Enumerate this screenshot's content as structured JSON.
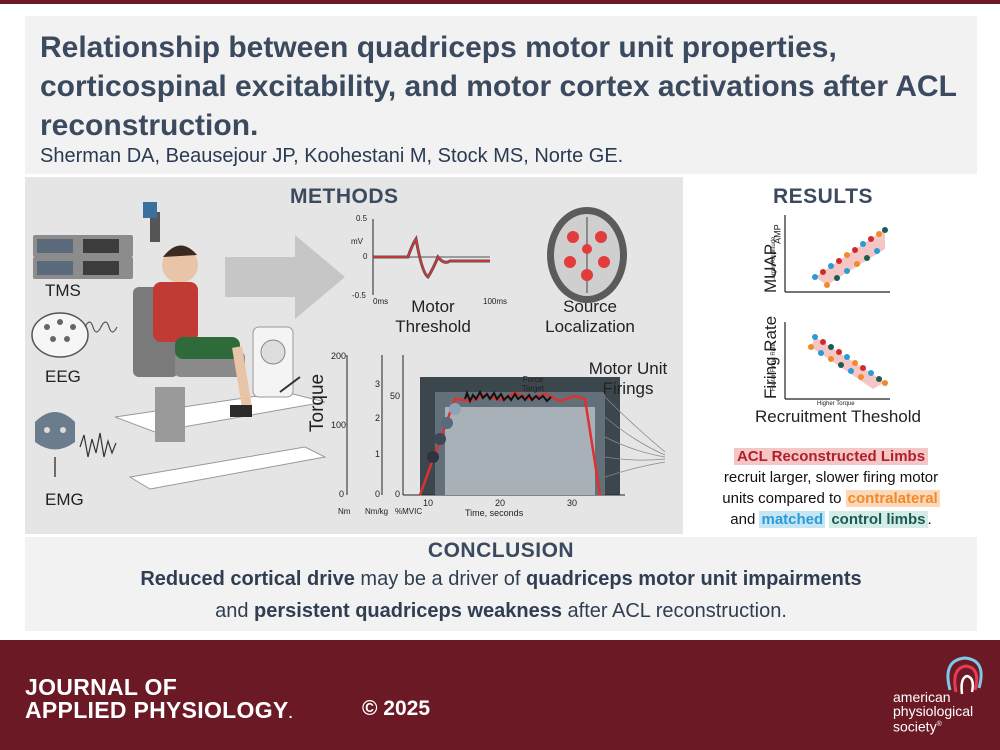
{
  "title": "Relationship between quadriceps motor unit properties, corticospinal excitability, and motor cortex activations after ACL reconstruction.",
  "authors": "Sherman DA, Beausejour JP, Koohestani M, Stock MS, Norte GE.",
  "methods": {
    "heading": "METHODS",
    "devices": [
      "TMS",
      "EEG",
      "EMG"
    ],
    "mep": {
      "label": "Motor Threshold",
      "y_ticks": [
        "0.5",
        "0",
        "-0.5"
      ],
      "y_unit": "mV",
      "x_start": "0ms",
      "x_end": "100ms"
    },
    "source": {
      "label": "Source Localization"
    },
    "torque": {
      "ylabel": "Torque",
      "nm_ticks": [
        "200",
        "100",
        "0"
      ],
      "nm_unit": "Nm",
      "nmkg_ticks": [
        "3",
        "2",
        "1",
        "0"
      ],
      "nmkg_unit": "Nm/kg",
      "mvic_ticks": [
        "50",
        "0"
      ],
      "mvic_unit": "%MVIC",
      "x_ticks": [
        "10",
        "20",
        "30"
      ],
      "xlabel": "Time, seconds",
      "force_target": "Force Target",
      "firings_label": "Motor Unit Firings"
    }
  },
  "results": {
    "heading": "RESULTS",
    "muap": {
      "ylabel": "MUAP",
      "ysub": "AMP",
      "small_axis": "Larger Amplitude"
    },
    "firing": {
      "ylabel": "Firing Rate",
      "small_axis": "Faster Firing Rate",
      "small_x": "Higher Torque"
    },
    "xlabel": "Recruitment Theshold",
    "text_hl": "ACL Reconstructed Limbs",
    "text_1": "recruit larger, slower firing motor",
    "text_2a": "units compared to ",
    "text_2b": "contralateral",
    "text_3a": "and ",
    "text_3b": "matched",
    "text_3c": "control limbs",
    "text_3d": "."
  },
  "conclusion": {
    "heading": "CONCLUSION",
    "l1a": "Reduced cortical drive",
    "l1b": " may be a driver of ",
    "l1c": "quadriceps motor unit impairments",
    "l2a": "and ",
    "l2b": "persistent quadriceps weakness",
    "l2c": " after ACL reconstruction."
  },
  "footer": {
    "journal_1": "JOURNAL OF",
    "journal_2": "APPLIED PHYSIOLOGY",
    "journal_mark": ".",
    "copyright": "© 2025",
    "society_1": "american",
    "society_2": "physiological",
    "society_3": "society",
    "society_mark": "®"
  },
  "colors": {
    "maroon": "#6b1a25",
    "title": "#3b4a5e",
    "red": "#d22a2a",
    "hl_red": "#f5c6c6",
    "hl_orange": "#fbd8b8",
    "orange_text": "#f08a2a",
    "hl_blue": "#c7e6f3",
    "blue_text": "#2a9bd6",
    "hl_teal": "#d3ece6",
    "teal_text": "#1d5a52"
  },
  "icons": [
    "tms-device-icon",
    "eeg-cap-icon",
    "emg-sensor-icon",
    "brain-icon",
    "knee-dynamometer-icon",
    "arrow-right-icon",
    "aps-logo-icon"
  ]
}
